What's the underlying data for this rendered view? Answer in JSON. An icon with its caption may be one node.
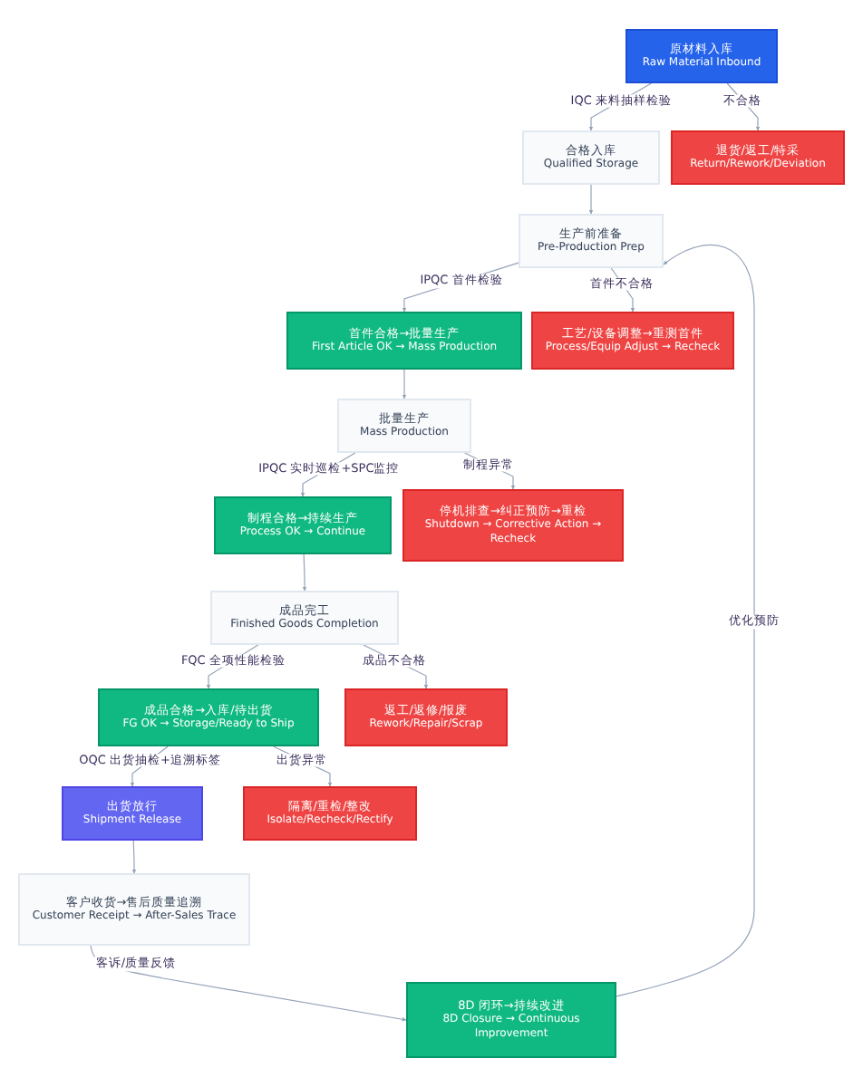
{
  "diagram": {
    "nodes": [
      {
        "text": [
          "原材料入库",
          "Raw Material Inbound"
        ]
      },
      {
        "text": [
          "合格入库",
          "Qualified Storage"
        ]
      },
      {
        "text": [
          "退货/返工/特采",
          "Return/Rework/Deviation"
        ]
      },
      {
        "text": [
          "生产前准备",
          "Pre-Production Prep"
        ]
      },
      {
        "text": [
          "首件合格→批量生产",
          "First Article OK → Mass Production"
        ]
      },
      {
        "text": [
          "工艺/设备调整→重测首件",
          "Process/Equip Adjust → Recheck"
        ]
      },
      {
        "text": [
          "批量生产",
          "Mass Production"
        ]
      },
      {
        "text": [
          "制程合格→持续生产",
          "Process OK → Continue"
        ]
      },
      {
        "text": [
          "停机排查→纠正预防→重检",
          "Shutdown → Corrective Action → Recheck"
        ]
      },
      {
        "text": [
          "成品完工",
          "Finished Goods Completion"
        ]
      },
      {
        "text": [
          "成品合格→入库/待出货",
          "FG OK → Storage/Ready to Ship"
        ]
      },
      {
        "text": [
          "返工/返修/报废",
          "Rework/Repair/Scrap"
        ]
      },
      {
        "text": [
          "出货放行",
          "Shipment Release"
        ]
      },
      {
        "text": [
          "隔离/重检/整改",
          "Isolate/Recheck/Rectify"
        ]
      },
      {
        "text": [
          "客户收货→售后质量追溯",
          "Customer Receipt → After-Sales Trace"
        ]
      },
      {
        "text": [
          "8D 闭环→持续改进",
          "8D Closure → Continuous Improvement"
        ]
      }
    ],
    "edges": [
      {
        "from": 0,
        "to": 1,
        "arrow": "to",
        "label": "IQC 来料抽样检验"
      },
      {
        "from": 0,
        "to": 2,
        "arrow": "to",
        "label": "不合格"
      },
      {
        "from": 1,
        "to": 3,
        "arrow": "to"
      },
      {
        "from": 3,
        "to": 4,
        "arrow": "to",
        "label": "IPQC 首件检验"
      },
      {
        "from": 3,
        "to": 5,
        "arrow": "to",
        "label": "首件不合格"
      },
      {
        "from": 4,
        "to": 6,
        "arrow": "to"
      },
      {
        "from": 6,
        "to": 7,
        "arrow": "to",
        "label": "IPQC 实时巡检+SPC监控"
      },
      {
        "from": 6,
        "to": 8,
        "arrow": "to",
        "label": "制程异常"
      },
      {
        "from": 7,
        "to": 9,
        "arrow": "to"
      },
      {
        "from": 9,
        "to": 10,
        "arrow": "to",
        "label": "FQC 全项性能检验"
      },
      {
        "from": 9,
        "to": 11,
        "arrow": "to",
        "label": "成品不合格"
      },
      {
        "from": 10,
        "to": 12,
        "arrow": "to",
        "label": "OQC 出货抽检+追溯标签"
      },
      {
        "from": 10,
        "to": 13,
        "arrow": "to",
        "label": "出货异常"
      },
      {
        "from": 12,
        "to": 14,
        "arrow": "to"
      },
      {
        "from": 14,
        "to": 15,
        "arrow": "to",
        "label": "客诉/质量反馈"
      },
      {
        "from": 15,
        "to": 3,
        "arrow": "to",
        "label": "优化预防"
      }
    ]
  }
}
